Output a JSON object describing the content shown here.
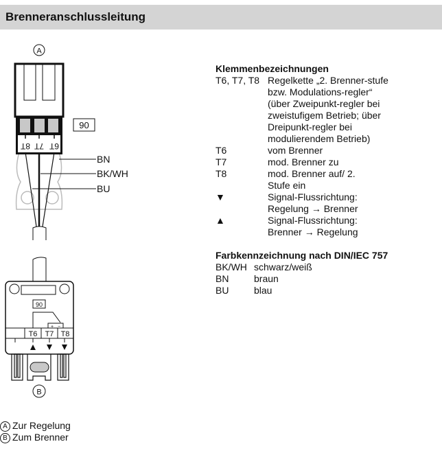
{
  "header": {
    "title": "Brenneranschlussleitung"
  },
  "diagram": {
    "marker_a": "A",
    "marker_b": "B",
    "code": "90",
    "terminals_top": [
      "8T",
      "7T",
      "6T"
    ],
    "terminals_bottom": [
      "T6",
      "T7",
      "T8"
    ],
    "wires": [
      "BN",
      "BK/WH",
      "BU"
    ],
    "plus": "+",
    "minus": "−"
  },
  "terminals": {
    "heading": "Klemmenbezeichnungen",
    "rows": [
      {
        "key": "T6, T7, T8",
        "value": "Regelkette „2. Brenner-stufe bzw. Modulations-regler“ (über Zweipunkt-regler bei zweistufigem Betrieb; über Dreipunkt-regler bei modulierendem Betrieb)"
      },
      {
        "key": "T6",
        "value": "vom Brenner"
      },
      {
        "key": "T7",
        "value": "mod. Brenner zu"
      },
      {
        "key": "T8",
        "value": "mod. Brenner auf/ 2. Stufe ein"
      },
      {
        "key": "▼",
        "value": "Signal-Flussrichtung: Regelung → Brenner"
      },
      {
        "key": "▲",
        "value": "Signal-Flussrichtung: Brenner → Regelung"
      }
    ]
  },
  "colors": {
    "heading": "Farbkennzeichnung nach DIN/IEC 757",
    "rows": [
      {
        "key": "BK/WH",
        "value": "schwarz/weiß"
      },
      {
        "key": "BN",
        "value": "braun"
      },
      {
        "key": "BU",
        "value": "blau"
      }
    ]
  },
  "legend": [
    {
      "marker": "A",
      "text": "Zur Regelung"
    },
    {
      "marker": "B",
      "text": "Zum Brenner"
    }
  ]
}
